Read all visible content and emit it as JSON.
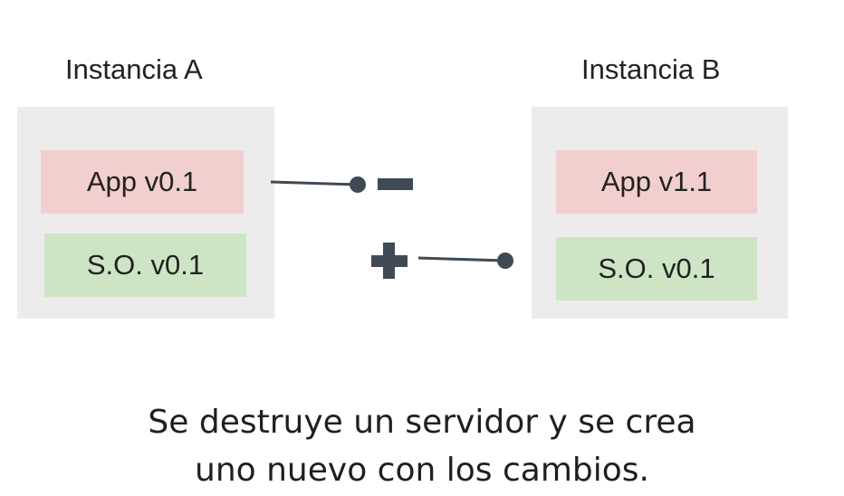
{
  "instance_a": {
    "title": "Instancia A",
    "app_label": "App v0.1",
    "os_label": "S.O. v0.1"
  },
  "instance_b": {
    "title": "Instancia B",
    "app_label": "App v1.1",
    "os_label": "S.O. v0.1"
  },
  "caption": {
    "line1": "Se destruye un servidor y se crea",
    "line2": "uno nuevo con los cambios."
  },
  "icons": {
    "remove": "minus-icon",
    "add": "plus-icon"
  },
  "colors": {
    "app_layer": "#f2cfcf",
    "os_layer": "#cde5c4",
    "instance_bg": "#ececec",
    "connector": "#3f4a54"
  }
}
